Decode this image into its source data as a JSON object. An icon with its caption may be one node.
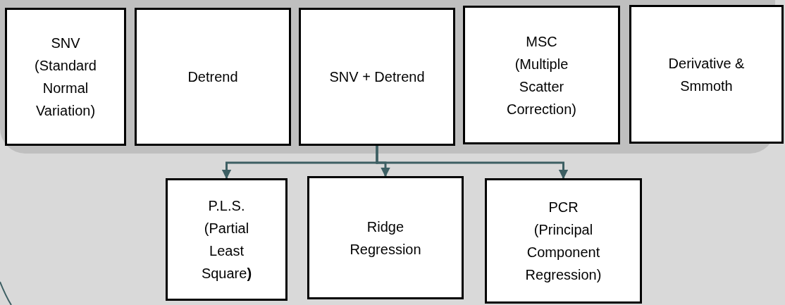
{
  "diagram": {
    "nodes": [
      {
        "text": [
          "SNV",
          "(Standard Normal Variation)"
        ]
      },
      {
        "text": [
          "Detrend"
        ]
      },
      {
        "text": [
          "SNV + Detrend"
        ]
      },
      {
        "text": [
          "MSC",
          "(Multiple Scatter Correction)"
        ]
      },
      {
        "text": [
          "Derivative & Smmoth"
        ]
      },
      {
        "text": [
          "P.L.S.",
          "(Partial Least Square**)**"
        ]
      },
      {
        "text": [
          "Ridge Regression"
        ]
      },
      {
        "text": [
          "PCR",
          "(Principal Component Regression)"
        ]
      }
    ],
    "edges": [
      {
        "from": 2,
        "to": 5,
        "arrow": "to"
      },
      {
        "from": 2,
        "to": 6,
        "arrow": "to"
      },
      {
        "from": 2,
        "to": 7,
        "arrow": "to"
      }
    ]
  }
}
